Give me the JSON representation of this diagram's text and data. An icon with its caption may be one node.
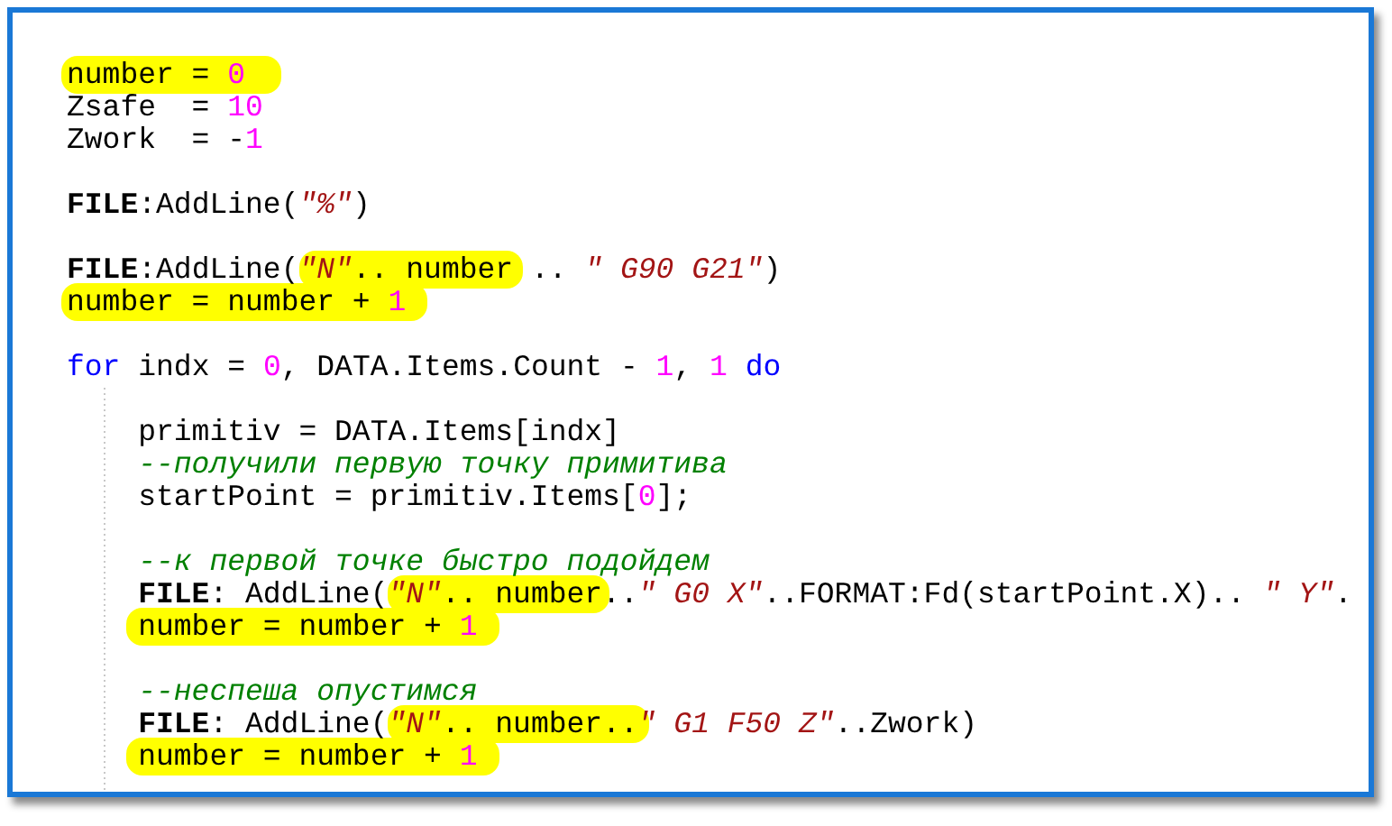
{
  "diagram": {
    "labels": [
      "number = 0",
      "Zsafe  = 10",
      "Zwork  = -1",
      "**FILE**:AddLine(\"%\")",
      "**FILE**:AddLine(\"N\".. number .. \" G90 G21\")",
      "number = number + 1",
      "for indx = 0, DATA.Items.Count - 1, 1 do",
      "primitiv = DATA.Items[indx]",
      "--получили первую точку примитива",
      "startPoint = primitiv.Items[0];",
      "--к первой точке быстро подойдем",
      "**FILE**: AddLine(\"N\".. number..\" G0 X\"..FORMAT:Fd(startPoint.X).. \" Y\".",
      "number = number + 1",
      "--неспеша опустимся",
      "**FILE**: AddLine(\"N\".. number..\" G1 F50 Z\"..Zwork)",
      "number = number + 1"
    ]
  }
}
